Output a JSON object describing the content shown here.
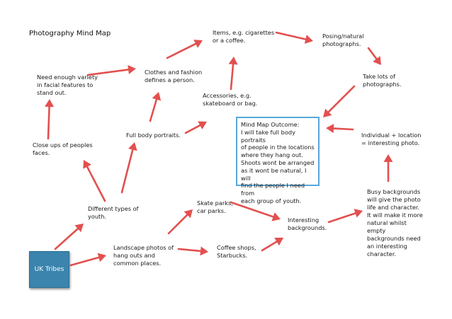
{
  "title": "Photography Mind Map",
  "root": "UK Tribes",
  "outcome": "Mind Map Outcome:\nI will take full body portraits\nof people in the locations\nwhere they hang out.\nShoots wont be arranged\nas it wont be natural, I will\nfind the people I need from\neach group of youth.",
  "nodes": {
    "items": "Items, e.g. cigarettes\nor a coffee.",
    "posing": "Posing/natural\nphotographs.",
    "take_lots": "Take lots of\nphotographs.",
    "clothes": "Clothes and fashion\ndefines a person.",
    "variety": "Need enough variety\nin facial features to\nstand out.",
    "accessories": "Accessories, e.g.\nskateboard or bag.",
    "full_body": "Full body portraits.",
    "close_ups": "Close ups of peoples\nfaces.",
    "individual": "Individual + location\n= interesting photo.",
    "busy": "Busy backgrounds\nwill give the photo\nlife and character.\nIt will make it more\nnatural whilst\nempty\nbackgrounds need\nan interesting\ncharacter.",
    "skate": "Skate parks,\ncar parks.",
    "different": "Different types of\nyouth.",
    "interesting": "Interesting\nbackgrounds.",
    "landscape": "Landscape photos of\nhang outs and\ncommon places.",
    "coffee": "Coffee shops,\nStarbucks."
  },
  "colors": {
    "arrow": "#e2504f",
    "outcome_border": "#57a7d8",
    "root_fill": "#3a84ad"
  }
}
